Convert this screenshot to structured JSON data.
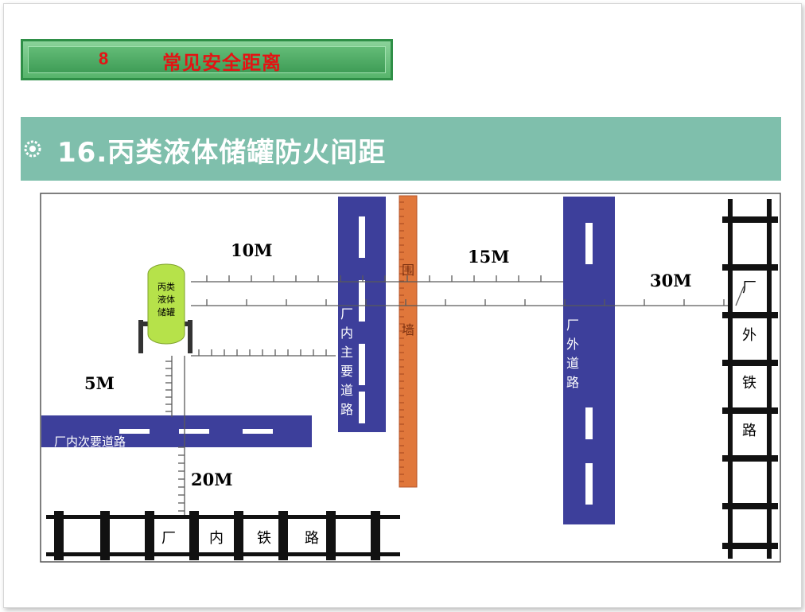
{
  "header": {
    "number": "8",
    "title": "常见安全距离"
  },
  "subtitle": "16.丙类液体储罐防火间距",
  "diagram": {
    "tank_label": [
      "丙类",
      "液体",
      "储罐"
    ],
    "distances": {
      "d10": "10M",
      "d15": "15M",
      "d30": "30M",
      "d5": "5M",
      "d20": "20M"
    },
    "roads": {
      "main_road_chars": [
        "厂",
        "内",
        "主",
        "要",
        "道",
        "路"
      ],
      "outside_road_chars": [
        "厂",
        "外",
        "道",
        "路"
      ],
      "secondary_road": "厂内次要道路",
      "wall_chars": [
        "围",
        "墙"
      ]
    },
    "railways": {
      "inside_chars": [
        "厂",
        "内",
        "铁",
        "路"
      ],
      "outside_chars": [
        "厂",
        "外",
        "铁",
        "路"
      ]
    },
    "colors": {
      "road": "#3d3f9b",
      "wall": "#e0773b",
      "tank": "#b6e24a",
      "dimension": "#5a5a5a",
      "header_text": "#e31414",
      "banner": "#7fbfac"
    }
  }
}
